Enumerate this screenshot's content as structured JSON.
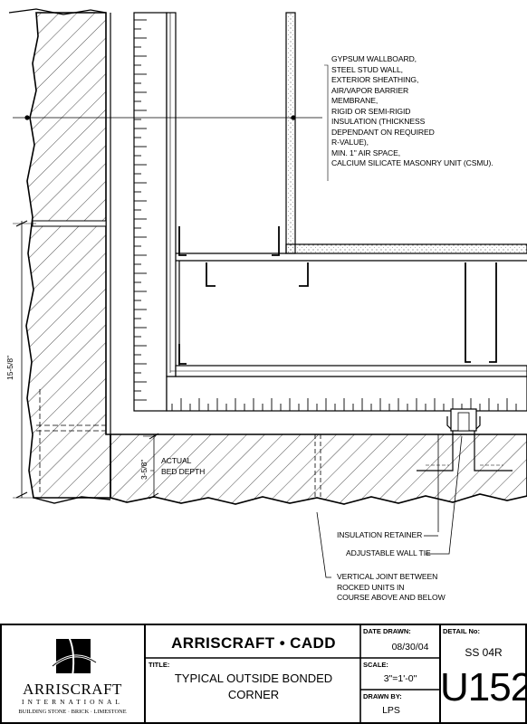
{
  "notes": {
    "wall_assembly": [
      "GYPSUM WALLBOARD,",
      "STEEL STUD WALL,",
      "EXTERIOR SHEATHING,",
      "AIR/VAPOR BARRIER",
      "MEMBRANE,",
      "RIGID OR SEMI-RIGID",
      "INSULATION (THICKNESS",
      "DEPENDANT ON REQUIRED",
      "R-VALUE),",
      "MIN. 1\" AIR SPACE,",
      "CALCIUM SILICATE MASONRY UNIT (CSMU)."
    ],
    "actual_bed_depth": [
      "ACTUAL",
      "BED DEPTH"
    ],
    "insulation_retainer": "INSULATION RETAINER",
    "adjustable_wall_tie": "ADJUSTABLE WALL TIE",
    "vertical_joint": [
      "VERTICAL JOINT BETWEEN",
      "ROCKED UNITS IN",
      "COURSE ABOVE AND BELOW"
    ]
  },
  "dimensions": {
    "course_height": "15-5/8\"",
    "bed_depth": "3-5/8\""
  },
  "title_block": {
    "logo": {
      "name": "ARRISCRAFT",
      "sub": "INTERNATIONAL",
      "tagline": "BUILDING STONE · BRICK · LIMESTONE"
    },
    "company": "ARRISCRAFT • CADD",
    "title_label": "TITLE:",
    "title_lines": [
      "TYPICAL OUTSIDE BONDED",
      "CORNER"
    ],
    "date_label": "DATE DRAWN:",
    "date_value": "08/30/04",
    "scale_label": "SCALE:",
    "scale_value": "3\"=1'-0\"",
    "drawn_by_label": "DRAWN BY:",
    "drawn_by_value": "LPS",
    "detail_label": "DETAIL No:",
    "detail_series": "SS 04R",
    "detail_number": "U152"
  }
}
